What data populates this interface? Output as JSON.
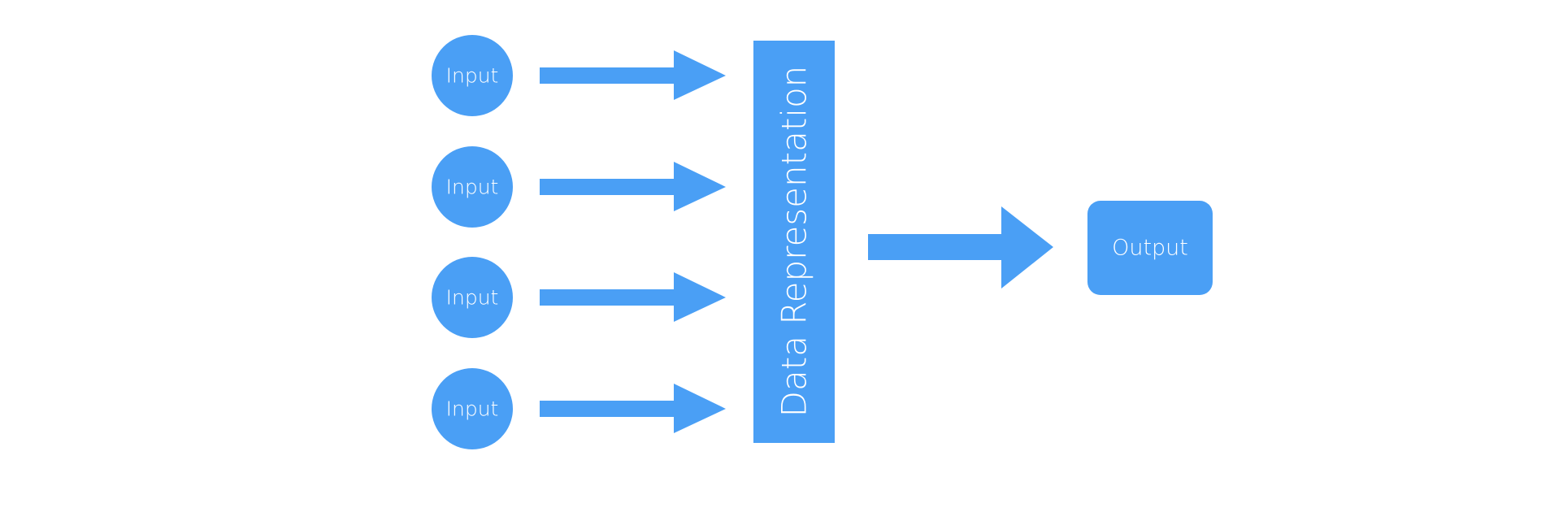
{
  "colors": {
    "shape_fill": "#4a9ff5",
    "text": "#ffffff",
    "background": "#ffffff"
  },
  "inputs": [
    {
      "label": "Input"
    },
    {
      "label": "Input"
    },
    {
      "label": "Input"
    },
    {
      "label": "Input"
    }
  ],
  "representation": {
    "label": "Data Representation"
  },
  "output": {
    "label": "Output"
  }
}
